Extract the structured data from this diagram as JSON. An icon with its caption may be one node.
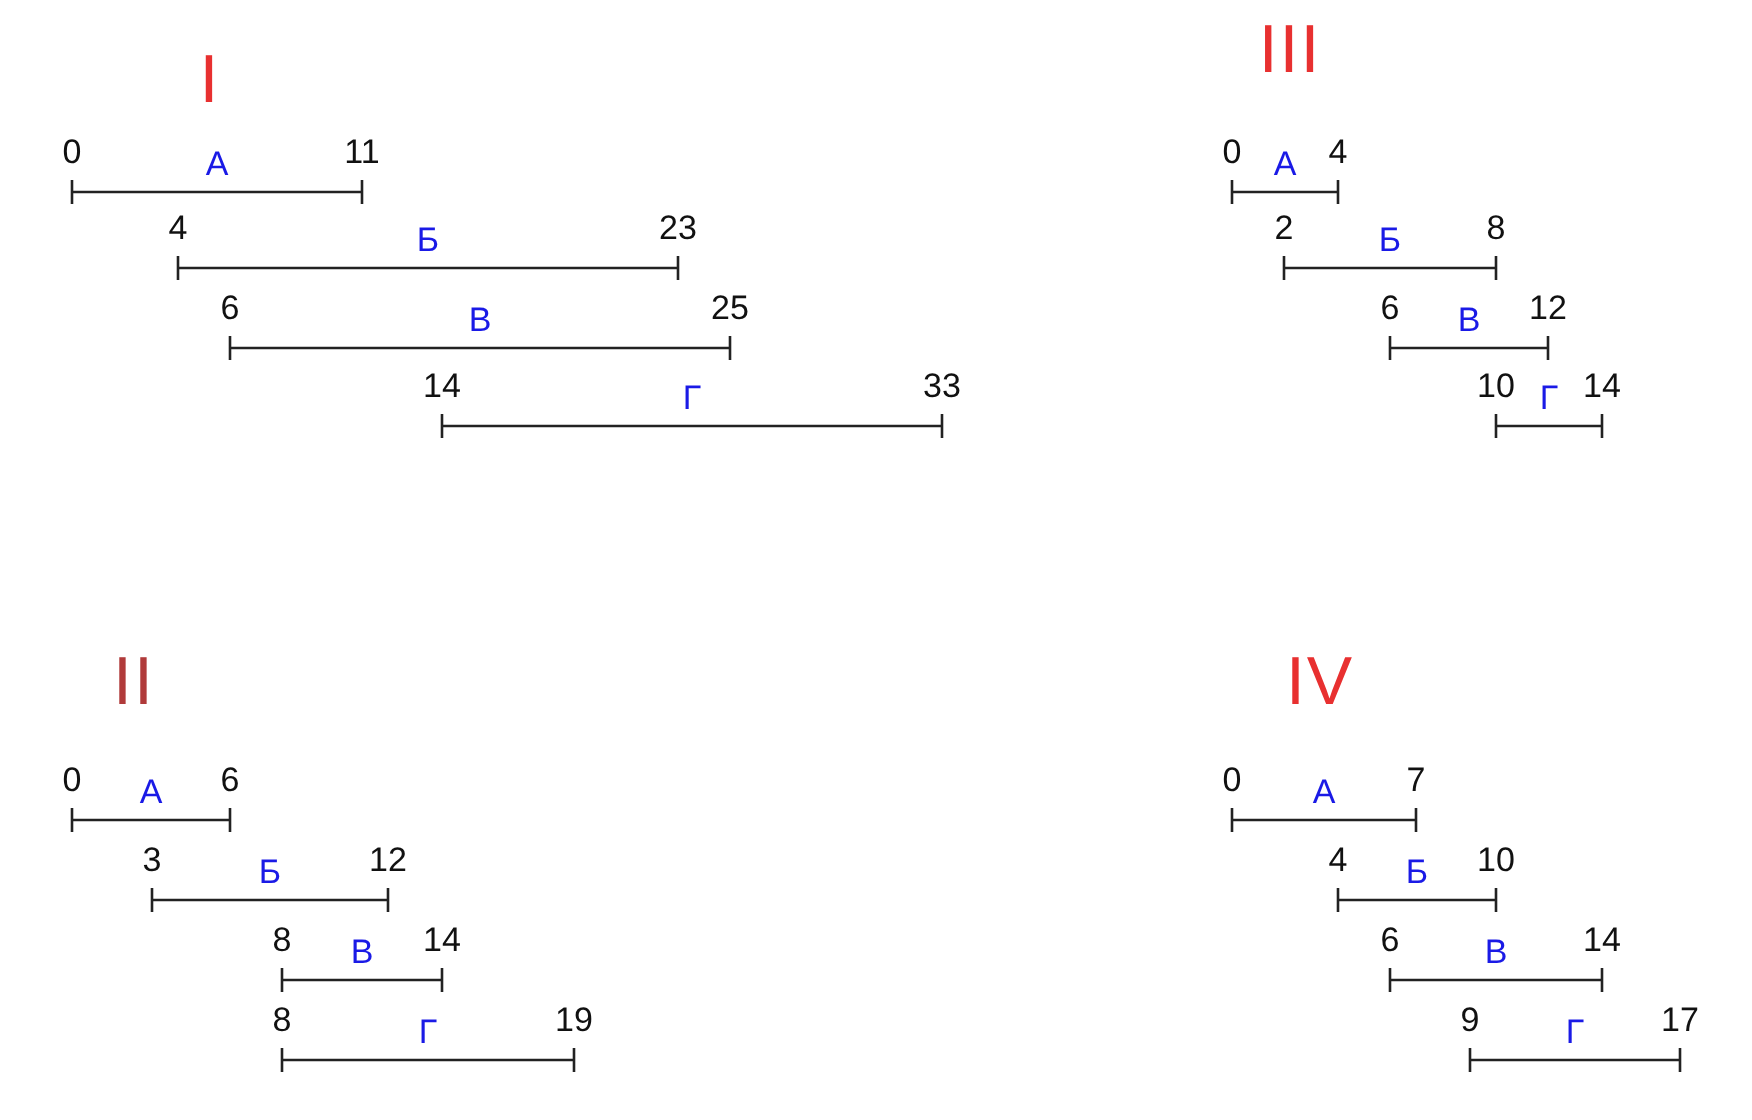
{
  "diagram": {
    "labels": [
      "I",
      "0",
      "А",
      "11",
      "4",
      "Б",
      "23",
      "6",
      "В",
      "25",
      "14",
      "Г",
      "33",
      "III",
      "0",
      "А",
      "4",
      "2",
      "Б",
      "8",
      "6",
      "В",
      "12",
      "10",
      "Г",
      "14",
      "II",
      "0",
      "А",
      "6",
      "3",
      "Б",
      "12",
      "8",
      "В",
      "14",
      "8",
      "Г",
      "19",
      "IV",
      "0",
      "А",
      "7",
      "4",
      "Б",
      "10",
      "6",
      "В",
      "14",
      "9",
      "Г",
      "17"
    ]
  }
}
